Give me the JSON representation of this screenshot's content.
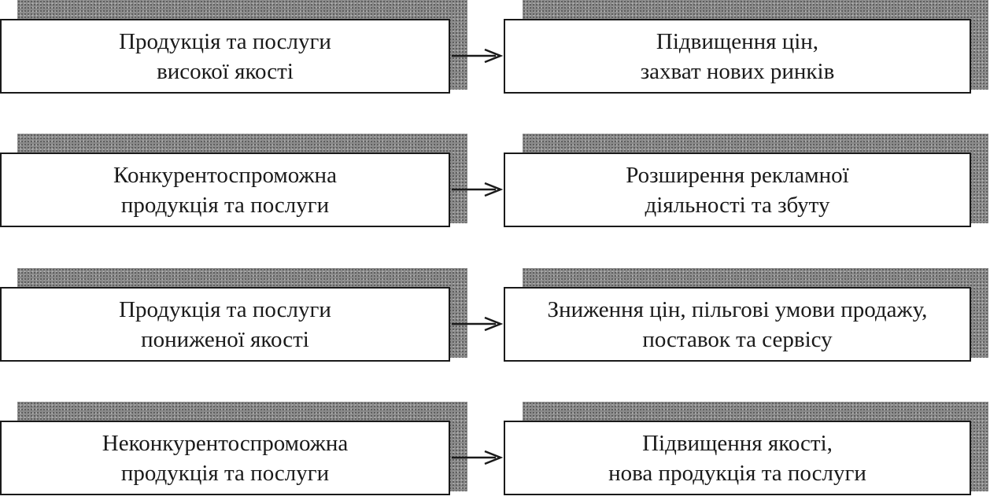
{
  "rows": [
    {
      "condition": {
        "line1": "Продукція та послуги",
        "line2": "високої якості"
      },
      "action": {
        "line1": "Підвищення цін,",
        "line2": "захват нових ринків"
      }
    },
    {
      "condition": {
        "line1": "Конкурентоспроможна",
        "line2": "продукція та послуги"
      },
      "action": {
        "line1": "Розширення рекламної",
        "line2": "діяльності та збуту"
      }
    },
    {
      "condition": {
        "line1": "Продукція та послуги",
        "line2": "пониженої якості"
      },
      "action": {
        "line1": "Зниження цін, пільгові умови продажу,",
        "line2": "поставок та сервісу"
      }
    },
    {
      "condition": {
        "line1": "Неконкурентоспроможна",
        "line2": "продукція та послуги"
      },
      "action": {
        "line1": "Підвищення якості,",
        "line2": "нова продукція та послуги"
      }
    }
  ],
  "colors": {
    "border": "#1a1a1a",
    "shadow": "#8a8a8a",
    "background": "#ffffff"
  }
}
